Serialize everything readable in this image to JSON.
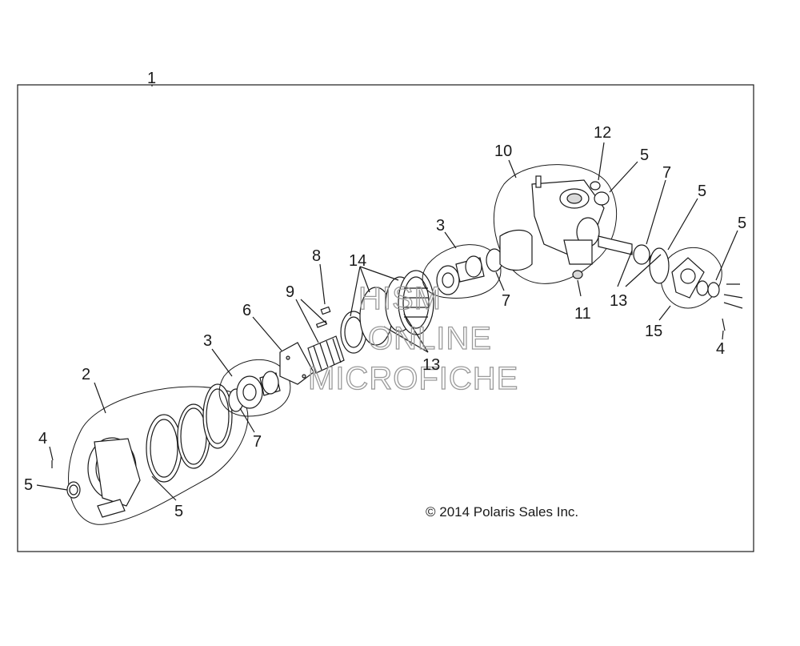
{
  "diagram": {
    "frame_callout": "1",
    "callouts": {
      "c2": "2",
      "c3a": "3",
      "c3b": "3",
      "c4a": "4",
      "c4b": "4",
      "c5a": "5",
      "c5b": "5",
      "c5c": "5",
      "c5d": "5",
      "c5e": "5",
      "c6": "6",
      "c7a": "7",
      "c7b": "7",
      "c7c": "7",
      "c8": "8",
      "c9": "9",
      "c10": "10",
      "c11": "11",
      "c12": "12",
      "c13a": "13",
      "c13b": "13",
      "c14": "14",
      "c15": "15"
    },
    "copyright": "© 2014 Polaris Sales Inc.",
    "watermark": [
      "HISM",
      "ONLINE",
      "MICROFICHE"
    ]
  }
}
